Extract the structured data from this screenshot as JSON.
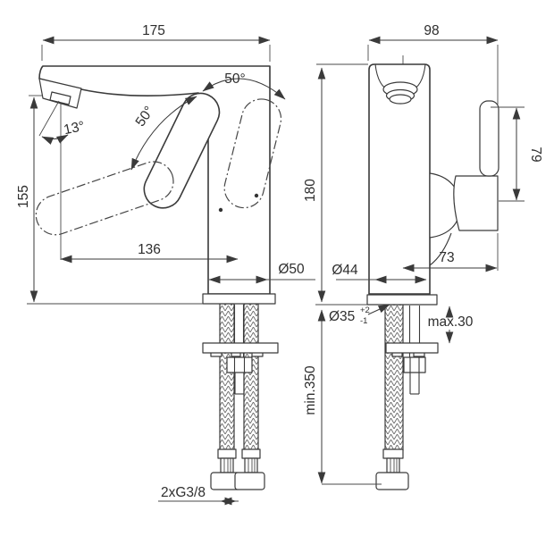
{
  "drawing": {
    "front_view": {
      "width": "175",
      "height": "155",
      "spout_to_axis": "136",
      "base_diameter": "Ø50",
      "spout_angle": "13°",
      "handle_swing_left": "50°",
      "handle_swing_right": "50°",
      "hose_thread": "2xG3/8"
    },
    "side_view": {
      "depth": "98",
      "height": "180",
      "handle_height": "79",
      "handle_depth": "73",
      "body_diameter": "Ø44",
      "hole_diameter": "Ø35",
      "hole_tol_plus": "+2",
      "hole_tol_minus": "-1",
      "max_deck_thickness": "max.30",
      "min_hose_length": "min.350"
    },
    "colors": {
      "line": "#3a3a3a",
      "text": "#2e2e2e",
      "background": "#ffffff"
    }
  }
}
